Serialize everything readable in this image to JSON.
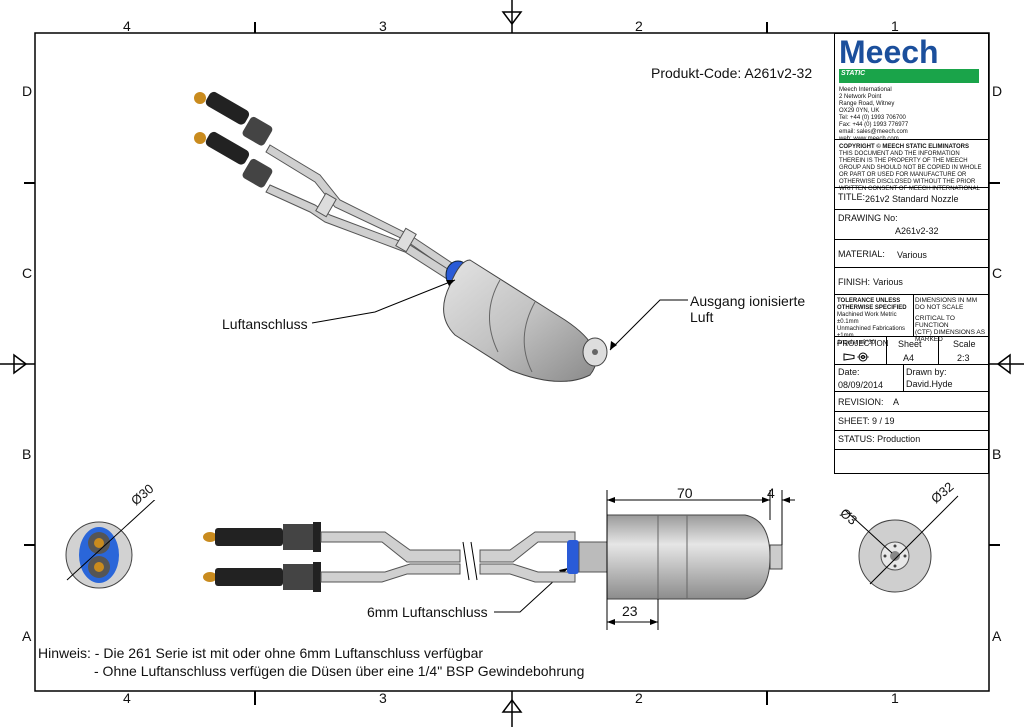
{
  "zones": {
    "columns": [
      "4",
      "3",
      "2",
      "1"
    ],
    "rows": [
      "D",
      "C",
      "B",
      "A"
    ]
  },
  "product_code": "Produkt-Code: A261v2-32",
  "labels": {
    "luftanschluss": "Luftanschluss",
    "ausgang_line1": "Ausgang ionisierte",
    "ausgang_line2": "Luft",
    "luftanschluss_6mm": "6mm Luftanschluss"
  },
  "dimensions": {
    "d30": "Ø30",
    "len70": "70",
    "len4": "4",
    "d32": "Ø32",
    "d3": "Ø3",
    "len23": "23"
  },
  "notes": {
    "line1": "Hinweis: - Die 261 Serie ist mit oder ohne 6mm Luftanschluss verfügbar",
    "line2": "- Ohne Luftanschluss verfügen die Düsen über eine 1/4\" BSP Gewindebohrung"
  },
  "title_block": {
    "logo_text": "Meech",
    "logo_sub": "STATIC",
    "address": [
      "Meech International",
      "2 Network Point",
      "Range Road, Witney",
      "OX29 0YN, UK",
      "Tel:  +44 (0) 1993 706700",
      "Fax: +44 (0) 1993 776977",
      "email:  sales@meech.com",
      "web:  www.meech.com"
    ],
    "copyright": [
      "COPYRIGHT © MEECH STATIC ELIMINATORS",
      "THIS DOCUMENT AND THE INFORMATION",
      "THEREIN IS THE PROPERTY OF THE MEECH",
      "GROUP AND SHOULD NOT BE COPIED IN WHOLE",
      "OR PART OR USED FOR MANUFACTURE OR",
      "OTHERWISE DISCLOSED WITHOUT THE PRIOR",
      "WRITTEN CONSENT OF MEECH INTERNATIONAL"
    ],
    "title_label": "TITLE:",
    "title_value": "261v2 Standard Nozzle",
    "drawing_no_label": "DRAWING No:",
    "drawing_no_value": "A261v2-32",
    "material_label": "MATERIAL:",
    "material_value": "Various",
    "finish_label": "FINISH:",
    "finish_value": "Various",
    "tolerance": [
      "TOLERANCE UNLESS",
      "OTHERWISE SPECIFIED",
      "Machined Work Metric ±0.1mm",
      "Unmachined Fabrications ±1mm",
      "Angular ±0°30'"
    ],
    "dims_note": [
      "DIMENSIONS IN MM",
      "DO NOT SCALE"
    ],
    "ctf_note": [
      "CRITICAL TO FUNCTION",
      "(CTF) DIMENSIONS AS",
      "MARKED"
    ],
    "projection_label": "PROJECTION",
    "sheet_label": "Sheet",
    "sheet_value": "A4",
    "scale_label": "Scale",
    "scale_value": "2:3",
    "date_label": "Date:",
    "date_value": "08/09/2014",
    "drawn_by_label": "Drawn by:",
    "drawn_by_value": "David.Hyde",
    "revision_label": "REVISION:",
    "revision_value": "A",
    "sheet_no": "SHEET: 9 / 19",
    "status": "STATUS: Production"
  },
  "colors": {
    "logo_blue": "#1b4f9c",
    "logo_green": "#1aa44a",
    "connector_blue": "#2a5bd7",
    "body_grey": "#bcbcbc"
  }
}
